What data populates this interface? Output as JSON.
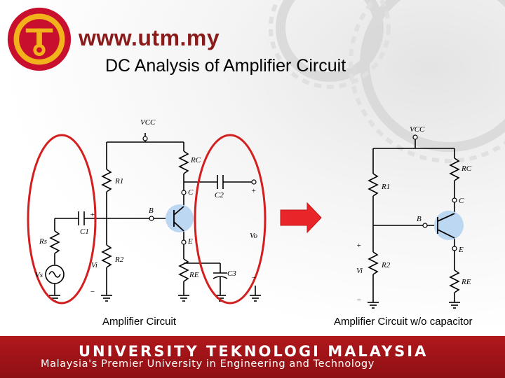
{
  "header": {
    "site": "www.utm.my",
    "title": "DC Analysis of Amplifier Circuit"
  },
  "diagram_left": {
    "vcc": "VCC",
    "r1": "R1",
    "r2": "R2",
    "rc": "RC",
    "re": "RE",
    "rs": "Rs",
    "c1": "C1",
    "c2": "C2",
    "c3": "C3",
    "vs": "Vs",
    "vi": "Vi",
    "vo": "Vo",
    "node_b": "B",
    "node_c": "C",
    "node_e": "E",
    "plus": "+",
    "minus": "−"
  },
  "diagram_right": {
    "vcc": "VCC",
    "r1": "R1",
    "r2": "R2",
    "rc": "RC",
    "re": "RE",
    "vi": "Vi",
    "node_b": "B",
    "node_c": "C",
    "node_e": "E",
    "plus": "+",
    "minus": "−"
  },
  "captions": {
    "left": "Amplifier Circuit",
    "right": "Amplifier Circuit w/o capacitor"
  },
  "footer": {
    "university": "UNIVERSITY TEKNOLOGI MALAYSIA",
    "tagline": "Malaysia's Premier University in Engineering and Technology"
  },
  "colors": {
    "brand_red": "#8b1a1a",
    "footer_red": "#b0181c",
    "highlight_ellipse": "#d31f1f",
    "arrow": "#e8262a",
    "transistor": "#bcd7f2"
  }
}
